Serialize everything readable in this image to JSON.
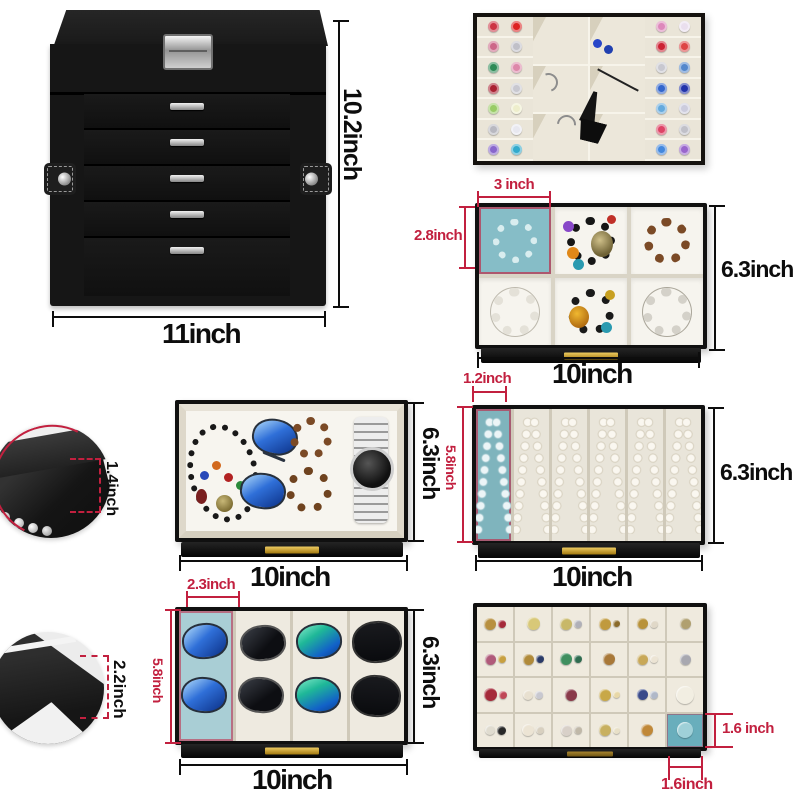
{
  "colors": {
    "dimension_red": "#c2203f",
    "dimension_black": "#0d0d0d",
    "highlight_teal": "#7fb4bd",
    "handle_gold": "#c9a22f",
    "box_black": "#141414",
    "tray_ivory": "#eae5d8"
  },
  "main_box": {
    "height_label": "10.2inch",
    "width_label": "11inch"
  },
  "bracelet_drawer": {
    "compartment_width_label": "3 inch",
    "compartment_height_label": "2.8inch",
    "height_label": "6.3inch",
    "width_label": "10inch"
  },
  "accessory_drawer": {
    "height_label": "6.3inch",
    "width_label": "10inch"
  },
  "necklace_drawer": {
    "slot_width_label": "1.2inch",
    "slot_depth_label": "5.8inch",
    "height_label": "6.3inch",
    "width_label": "10inch"
  },
  "sunglasses_drawer": {
    "slot_width_label": "2.3inch",
    "slot_depth_label": "5.8inch",
    "height_label": "6.3inch",
    "width_label": "10inch"
  },
  "grid_drawer": {
    "cell_height_label": "1.6 inch",
    "cell_width_label": "1.6inch",
    "highlight_index": 23,
    "cells": [
      [
        [
          "#b89040",
          12
        ],
        [
          "#a52a3a",
          8
        ]
      ],
      [
        [
          "#d8c878",
          13
        ]
      ],
      [
        [
          "#c8b868",
          12
        ],
        [
          "#b0b0b8",
          8
        ]
      ],
      [
        [
          "#c09a3e",
          12
        ],
        [
          "#8a6a2a",
          7
        ]
      ],
      [
        [
          "#b8923a",
          11
        ],
        [
          "#e0d8c8",
          8
        ]
      ],
      [
        [
          "#b0a070",
          11
        ]
      ],
      [
        [
          "#b05a7a",
          11
        ],
        [
          "#c8a040",
          8
        ]
      ],
      [
        [
          "#b08a3a",
          11
        ],
        [
          "#2a3a68",
          8
        ]
      ],
      [
        [
          "#3f8f5f",
          12
        ],
        [
          "#2e6b4f",
          8
        ]
      ],
      [
        [
          "#a87838",
          12
        ]
      ],
      [
        [
          "#c8a858",
          11
        ],
        [
          "#ece4d4",
          8
        ]
      ],
      [
        [
          "#a8a8b0",
          11
        ]
      ],
      [
        [
          "#a52a3a",
          13
        ],
        [
          "#c04858",
          8
        ]
      ],
      [
        [
          "#e8e0d0",
          10
        ],
        [
          "#c8c8d0",
          8
        ]
      ],
      [
        [
          "#8a3a4a",
          12
        ]
      ],
      [
        [
          "#c8a848",
          12
        ],
        [
          "#e8d8a8",
          7
        ]
      ],
      [
        [
          "#3a4a8a",
          11
        ],
        [
          "#b0b8c8",
          8
        ]
      ],
      [
        [
          "#f2eee2",
          18
        ]
      ],
      [
        [
          "#e0dcd0",
          10
        ],
        [
          "#282828",
          9
        ]
      ],
      [
        [
          "#ece4d4",
          12
        ],
        [
          "#d8d0c0",
          8
        ]
      ],
      [
        [
          "#d8d0c8",
          11
        ],
        [
          "#c0b8a8",
          8
        ]
      ],
      [
        [
          "#c8b060",
          12
        ],
        [
          "#e8e0c8",
          7
        ]
      ],
      [
        [
          "#c08838",
          12
        ]
      ],
      [
        [
          "#9fd0d8",
          16
        ]
      ]
    ]
  },
  "ring_tray": {
    "left_rings": [
      [
        "#cc3344",
        "#dd2222"
      ],
      [
        "#cc6688",
        "#c0c0c8"
      ],
      [
        "#2e8b57",
        "#dd88aa"
      ],
      [
        "#aa2233",
        "#c8c8d0"
      ],
      [
        "#99cc66",
        "#eeeecc"
      ],
      [
        "#b8b8c0",
        "#e8e8f0"
      ],
      [
        "#8866cc",
        "#33aacc"
      ]
    ],
    "right_rings": [
      [
        "#dd88bb",
        "#eadfee"
      ],
      [
        "#cc2233",
        "#dd4444"
      ],
      [
        "#c8c8d0",
        "#5588cc"
      ],
      [
        "#3366cc",
        "#2233aa"
      ],
      [
        "#66aadd",
        "#ccccdd"
      ],
      [
        "#dd4466",
        "#c0c0c8"
      ],
      [
        "#4488dd",
        "#9966cc"
      ]
    ]
  },
  "corner_inset_top": {
    "label": "1.4inch"
  },
  "corner_inset_bottom": {
    "label": "2.2inch"
  }
}
